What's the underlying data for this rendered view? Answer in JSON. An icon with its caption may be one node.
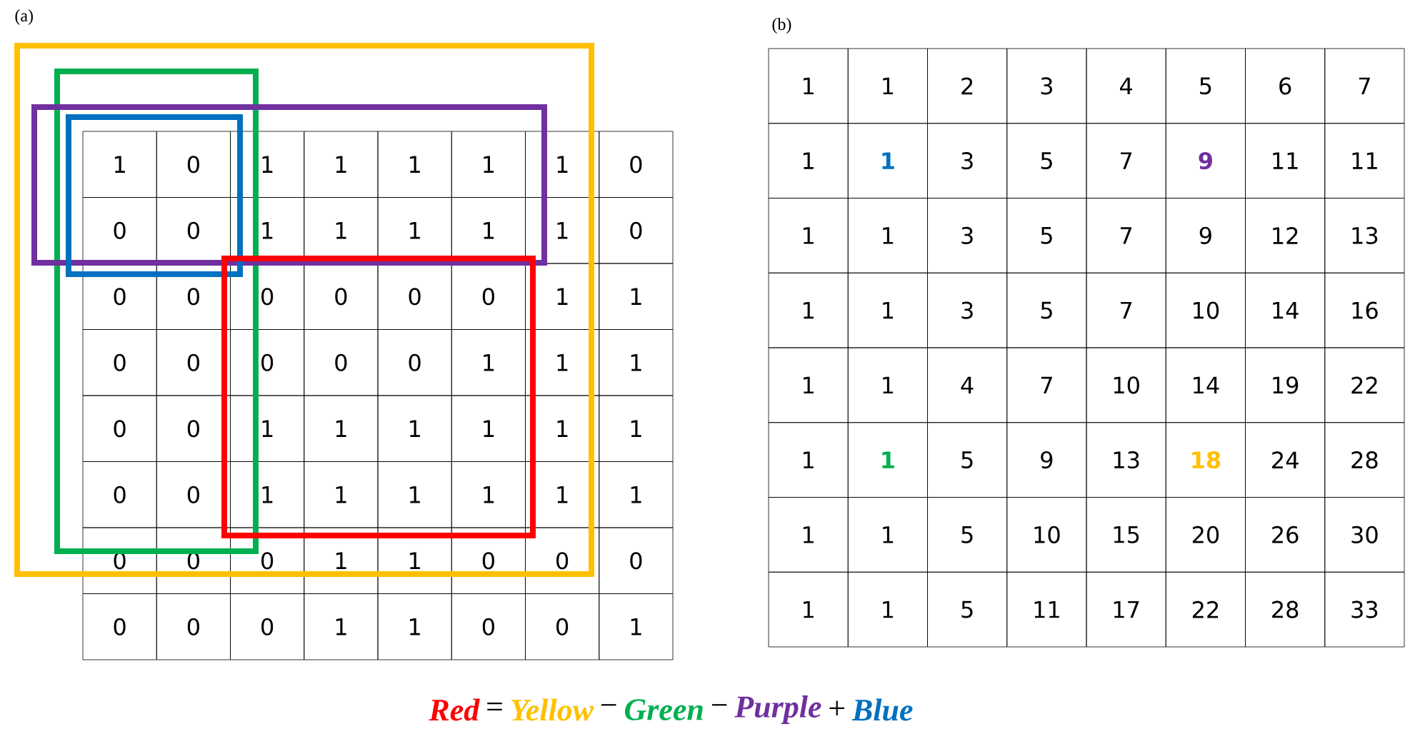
{
  "diagram": {
    "labels": [
      "(a)",
      "(b)",
      "1",
      "0",
      "1",
      "1",
      "1",
      "1",
      "1",
      "0",
      "0",
      "0",
      "1",
      "1",
      "1",
      "1",
      "1",
      "0",
      "0",
      "0",
      "0",
      "0",
      "0",
      "0",
      "1",
      "1",
      "0",
      "0",
      "0",
      "0",
      "0",
      "1",
      "1",
      "1",
      "0",
      "0",
      "1",
      "1",
      "1",
      "1",
      "1",
      "1",
      "0",
      "0",
      "1",
      "1",
      "1",
      "1",
      "1",
      "1",
      "0",
      "0",
      "0",
      "1",
      "1",
      "0",
      "0",
      "0",
      "0",
      "0",
      "0",
      "1",
      "1",
      "0",
      "0",
      "1",
      "1",
      "1",
      "2",
      "3",
      "4",
      "5",
      "6",
      "7",
      "1",
      "1",
      "3",
      "5",
      "7",
      "9",
      "11",
      "11",
      "1",
      "1",
      "3",
      "5",
      "7",
      "9",
      "12",
      "13",
      "1",
      "1",
      "3",
      "5",
      "7",
      "10",
      "14",
      "16",
      "1",
      "1",
      "4",
      "7",
      "10",
      "14",
      "19",
      "22",
      "1",
      "1",
      "5",
      "9",
      "13",
      "18",
      "24",
      "28",
      "1",
      "1",
      "5",
      "10",
      "15",
      "20",
      "26",
      "30",
      "1",
      "1",
      "5",
      "11",
      "17",
      "22",
      "28",
      "33",
      "Red",
      "=",
      "Yellow",
      "−",
      "Green",
      "−",
      "Purple",
      "+",
      "Blue"
    ]
  }
}
